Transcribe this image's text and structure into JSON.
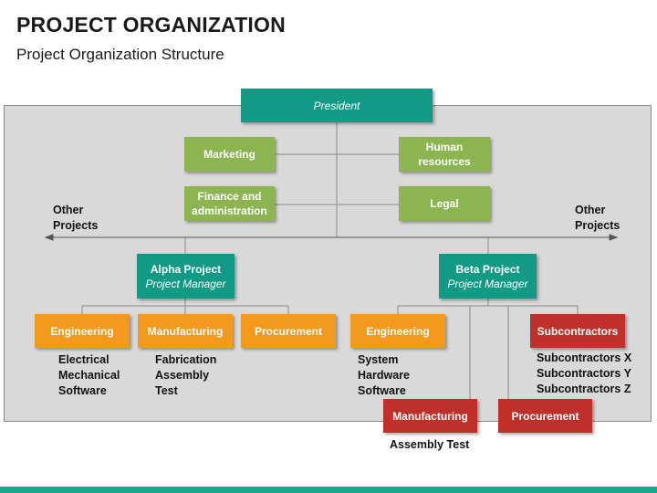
{
  "header": {
    "title": "PROJECT ORGANIZATION",
    "subtitle": "Project Organization Structure"
  },
  "nodes": {
    "president": "President",
    "marketing": "Marketing",
    "human_resources": "Human resources",
    "finance": "Finance and administration",
    "legal": "Legal",
    "alpha_title": "Alpha Project",
    "alpha_role": "Project Manager",
    "beta_title": "Beta Project",
    "beta_role": "Project Manager",
    "alpha_engineering": "Engineering",
    "alpha_manufacturing": "Manufacturing",
    "alpha_procurement": "Procurement",
    "beta_engineering": "Engineering",
    "beta_subcontractors": "Subcontractors",
    "beta_manufacturing": "Manufacturing",
    "beta_procurement": "Procurement"
  },
  "labels": {
    "other_projects_left": [
      "Other",
      "Projects"
    ],
    "other_projects_right": [
      "Other",
      "Projects"
    ],
    "alpha_engineering_items": [
      "Electrical",
      "Mechanical",
      "Software"
    ],
    "alpha_manufacturing_items": [
      "Fabrication",
      "Assembly",
      "Test"
    ],
    "beta_engineering_items": [
      "System",
      "Hardware",
      "Software"
    ],
    "beta_subcontractors_items": [
      "Subcontractors X",
      "Subcontractors Y",
      "Subcontractors Z"
    ],
    "beta_manufacturing_items": [
      "Assembly Test"
    ]
  },
  "colors": {
    "teal": "#139a86",
    "green": "#8cb552",
    "orange": "#f39a1e",
    "red": "#c0302b",
    "panel": "#d9d9d9",
    "accent_bar": "#17a98f"
  }
}
